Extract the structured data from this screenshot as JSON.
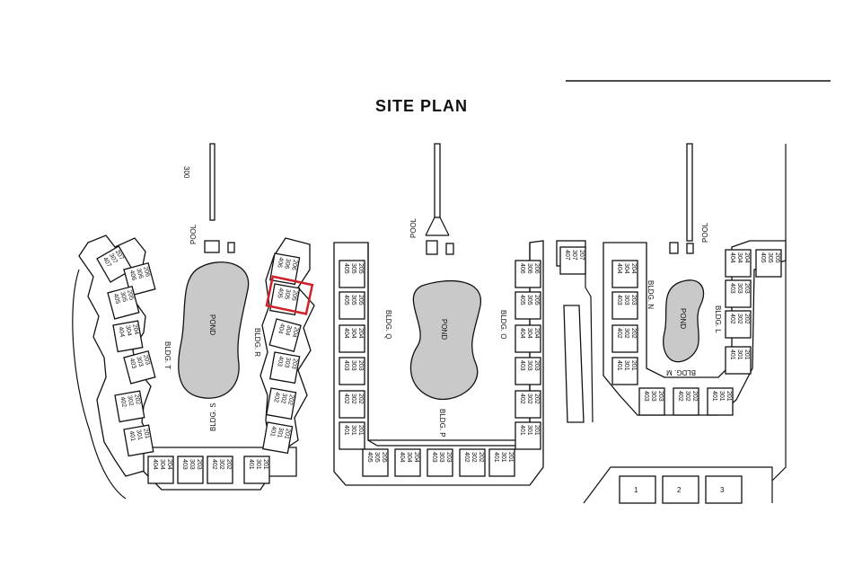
{
  "title": "SITE PLAN",
  "pool_label": "POOL",
  "pond_label": "POND",
  "road_label": "300",
  "highlight_color": "#d0202a",
  "buildings": {
    "T": "BLDG. T",
    "S": "BLDG. S",
    "R": "BLDG. R",
    "Q": "BLDG. Q",
    "P": "BLDG. P",
    "O": "BLDG. O",
    "N": "BLDG. N",
    "M": "BLDG. M",
    "L": "BLDG. L"
  },
  "units": {
    "t1": [
      "407",
      "307",
      "207"
    ],
    "t2": [
      "406",
      "306",
      "206"
    ],
    "t3": [
      "405",
      "305",
      "205"
    ],
    "t4": [
      "404",
      "304",
      "204"
    ],
    "t5": [
      "403",
      "303",
      "203"
    ],
    "t6": [
      "402",
      "302",
      "202"
    ],
    "t7": [
      "401",
      "301",
      "201"
    ],
    "s1": [
      "404",
      "304",
      "204"
    ],
    "s2": [
      "403",
      "303",
      "203"
    ],
    "s3": [
      "402",
      "302",
      "202"
    ],
    "s4": [
      "401",
      "301",
      "201"
    ],
    "r1": [
      "406",
      "306",
      "206"
    ],
    "r2": [
      "405",
      "305",
      "205"
    ],
    "r3": [
      "404",
      "304",
      "204"
    ],
    "r4": [
      "403",
      "303",
      "203"
    ],
    "r5": [
      "402",
      "302",
      "202"
    ],
    "r6": [
      "401",
      "301",
      "201"
    ],
    "q1": [
      "405",
      "305",
      "205"
    ],
    "q2": [
      "405",
      "305",
      "205"
    ],
    "q3": [
      "404",
      "304",
      "204"
    ],
    "q4": [
      "403",
      "303",
      "203"
    ],
    "q5": [
      "402",
      "302",
      "202"
    ],
    "q6": [
      "401",
      "301",
      "201"
    ],
    "p1": [
      "405",
      "305",
      "205"
    ],
    "p2": [
      "404",
      "304",
      "204"
    ],
    "p3": [
      "403",
      "303",
      "203"
    ],
    "p4": [
      "402",
      "302",
      "202"
    ],
    "p5": [
      "401",
      "301",
      "201"
    ],
    "o1": [
      "406",
      "306",
      "206"
    ],
    "o2": [
      "405",
      "305",
      "205"
    ],
    "o3": [
      "404",
      "304",
      "204"
    ],
    "o4": [
      "403",
      "303",
      "203"
    ],
    "o5": [
      "402",
      "302",
      "202"
    ],
    "o6": [
      "401",
      "301",
      "201"
    ],
    "o7": [
      "407",
      "307",
      "207"
    ],
    "n1": [
      "404",
      "304",
      "204"
    ],
    "n2": [
      "403",
      "303",
      "203"
    ],
    "n3": [
      "402",
      "302",
      "202"
    ],
    "n4": [
      "401",
      "301",
      "201"
    ],
    "m1": [
      "403",
      "303",
      "203"
    ],
    "m2": [
      "402",
      "302",
      "202"
    ],
    "m3": [
      "401",
      "301",
      "201"
    ],
    "l1": [
      "404",
      "304",
      "204"
    ],
    "l2": [
      "405",
      "305",
      "205"
    ],
    "l3": [
      "403",
      "303",
      "203"
    ],
    "l4": [
      "402",
      "302",
      "202"
    ],
    "l5": [
      "401",
      "301",
      "201"
    ]
  },
  "lots": [
    "1",
    "2",
    "3"
  ]
}
